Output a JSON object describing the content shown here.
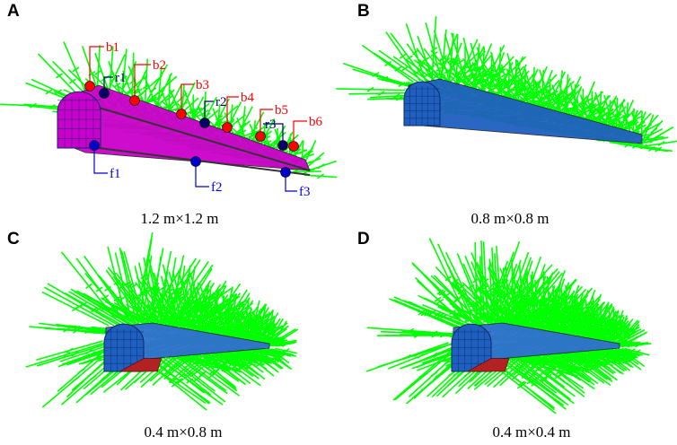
{
  "panels": [
    {
      "letter": "A",
      "caption": "1.2 m×1.2 m"
    },
    {
      "letter": "B",
      "caption": "0.8 m×0.8 m"
    },
    {
      "letter": "C",
      "caption": "0.4 m×0.8 m"
    },
    {
      "letter": "D",
      "caption": "0.4 m×0.4 m"
    }
  ],
  "markers": {
    "bottom": [
      "b1",
      "b2",
      "b3",
      "b4",
      "b5",
      "b6"
    ],
    "roof": [
      "r1",
      "r2",
      "r3"
    ],
    "floor": [
      "f1",
      "f2",
      "f3"
    ]
  },
  "colors": {
    "bolts": "#00ff00",
    "lining_a": "#cc00cc",
    "lining": "#1f5fbf",
    "floor": "#b22222",
    "bottom_marker": "#ff0000",
    "roof_marker": "#000066",
    "floor_marker": "#0000cc",
    "floor_label": "#0000ee"
  }
}
